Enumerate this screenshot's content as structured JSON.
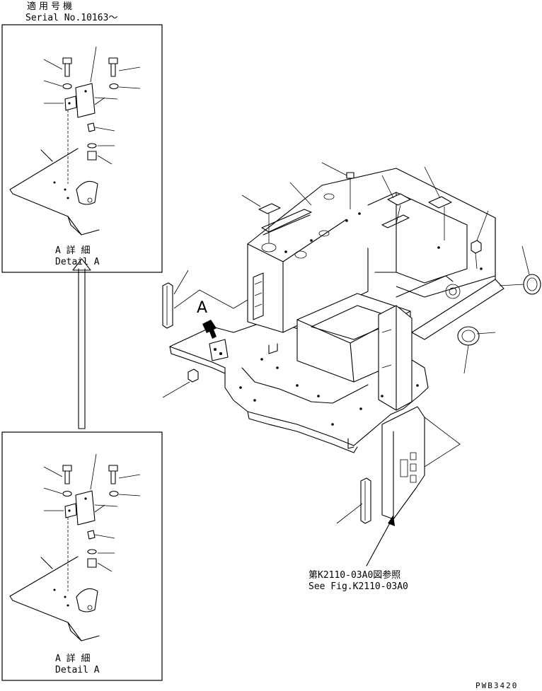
{
  "header": {
    "applicable_label": "適用号機",
    "serial_label": "Serial No.10163～"
  },
  "detail_top": {
    "title_jp": "A 詳 細",
    "title_en": "Detail A"
  },
  "detail_bottom": {
    "title_jp": "A 詳 細",
    "title_en": "Detail A"
  },
  "main": {
    "view_marker": "A",
    "reference_jp": "第K2110-03A0図参照",
    "reference_en": "See Fig.K2110-03A0"
  },
  "footer": {
    "drawing_code": "PWB3420"
  }
}
